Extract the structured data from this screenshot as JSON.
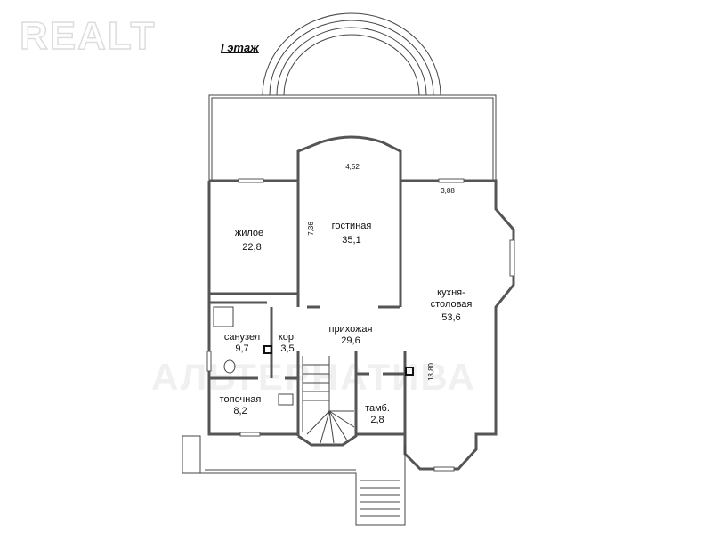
{
  "watermark_logo": "REALT",
  "watermark_text": "АЛЬТЕРНАТИВА",
  "floor_title": "I этаж",
  "rooms": [
    {
      "name": "жилое",
      "area": "22,8"
    },
    {
      "name": "гостиная",
      "area": "35,1"
    },
    {
      "name": "кухня-",
      "name2": "столовая",
      "area": "53,6"
    },
    {
      "name": "прихожая",
      "area": "29,6"
    },
    {
      "name": "санузел",
      "area": "9,7"
    },
    {
      "name": "кор.",
      "area": "3,5"
    },
    {
      "name": "топочная",
      "area": "8,2"
    },
    {
      "name": "тамб.",
      "area": "2,8"
    }
  ],
  "dimensions": {
    "d1": "4,52",
    "d2": "3,88",
    "d3": "7,36",
    "d4": "13,80"
  }
}
